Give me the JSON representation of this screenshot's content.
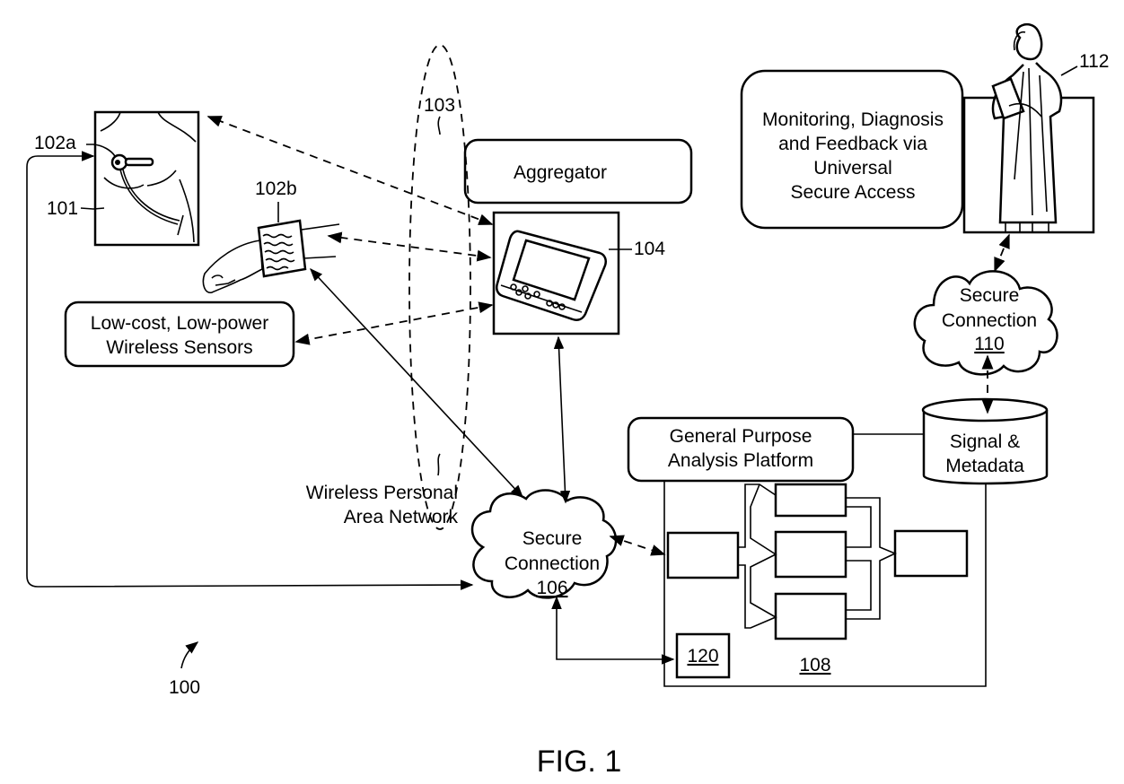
{
  "figure": {
    "title": "FIG. 1",
    "system_ref": "100"
  },
  "sensors": {
    "chest_patient_ref": "101",
    "chest_sensor_ref": "102a",
    "wrist_sensor_ref": "102b",
    "label_line1": "Low-cost, Low-power",
    "label_line2": "Wireless Sensors"
  },
  "wpan": {
    "ref": "103",
    "label_line1": "Wireless Personal",
    "label_line2": "Area Network"
  },
  "aggregator": {
    "label": "Aggregator",
    "device_ref": "104"
  },
  "secure_connection_106": {
    "line1": "Secure",
    "line2": "Connection",
    "ref": "106"
  },
  "analysis_platform": {
    "label_line1": "General Purpose",
    "label_line2": "Analysis Platform",
    "ref": "108",
    "sub_module_ref": "120"
  },
  "storage": {
    "line1": "Signal &",
    "line2": "Metadata"
  },
  "secure_connection_110": {
    "line1": "Secure",
    "line2": "Connection",
    "ref": "110"
  },
  "clinician": {
    "ref": "112",
    "label_line1": "Monitoring, Diagnosis",
    "label_line2": "and Feedback via",
    "label_line3": "Universal",
    "label_line4": "Secure Access"
  }
}
